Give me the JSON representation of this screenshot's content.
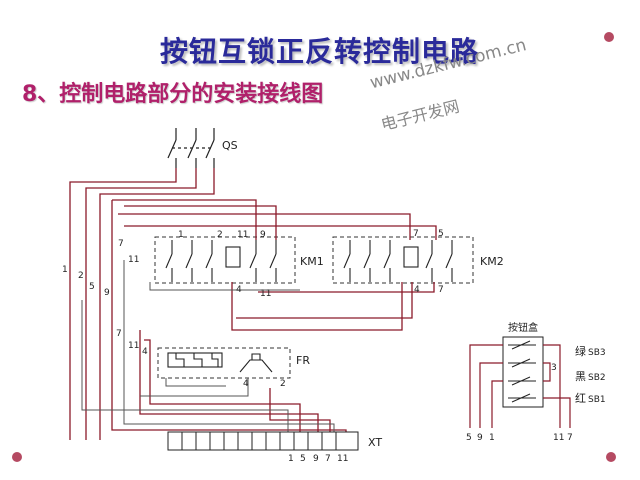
{
  "header": {
    "title": "按钮互锁正反转控制电路",
    "subtitle": "8、控制电路部分的安装接线图"
  },
  "watermark": {
    "site": "www.dzkfw.com.cn",
    "name": "电子开发网"
  },
  "diagram": {
    "qs_label": "QS",
    "km1_label": "KM1",
    "km2_label": "KM2",
    "fr_label": "FR",
    "xt_label": "XT",
    "button_box_label": "按钮盒",
    "buttons": [
      {
        "color": "绿",
        "name": "SB3"
      },
      {
        "color": "黑",
        "name": "SB2"
      },
      {
        "color": "红",
        "name": "SB1"
      }
    ],
    "km1_top_terminals": [
      "1",
      "2",
      "11",
      "9"
    ],
    "km1_side_terminals": [
      "7",
      "11"
    ],
    "km1_bottom_terminals": [
      "4",
      "11"
    ],
    "km2_top_terminals": [
      "7",
      "5"
    ],
    "km2_bottom_terminals": [
      "4",
      "7"
    ],
    "fr_side_terminals": [
      "7",
      "11",
      "4"
    ],
    "fr_bottom_terminals": [
      "4",
      "2"
    ],
    "left_wire_numbers": [
      "1",
      "2",
      "5",
      "9"
    ],
    "xt_terminals": [
      "1",
      "5",
      "9",
      "7",
      "11"
    ],
    "button_box_left_terminals": [
      "5",
      "9",
      "1"
    ],
    "button_box_right_terminals": [
      "11",
      "7"
    ],
    "button_box_mid_terminal": "3"
  },
  "colors": {
    "title": "#2a2a9a",
    "subtitle": "#b0206a",
    "wire_red": "#8b1a2a",
    "wire_gray": "#555555"
  }
}
